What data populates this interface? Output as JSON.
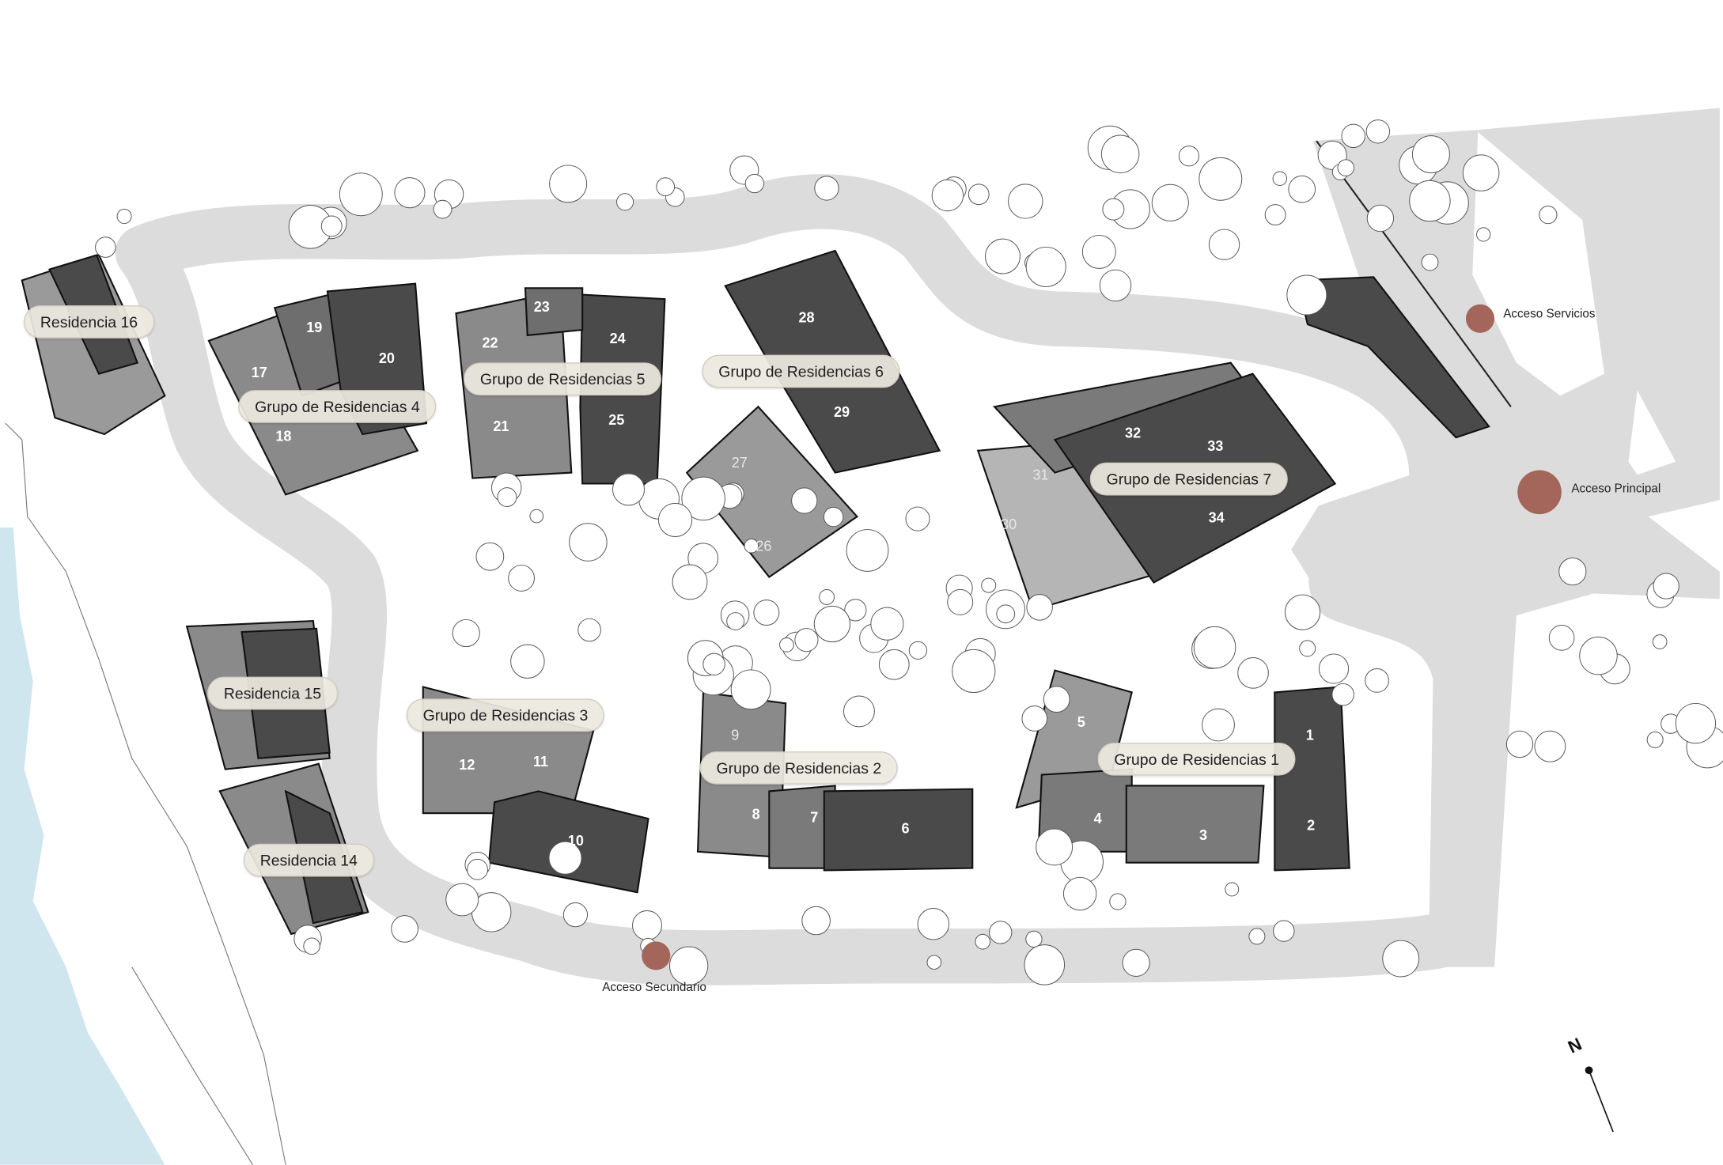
{
  "map": {
    "groups": [
      {
        "id": "res16",
        "label": "Residencia 16"
      },
      {
        "id": "grupo4",
        "label": "Grupo de Residencias 4"
      },
      {
        "id": "grupo5",
        "label": "Grupo de Residencias 5"
      },
      {
        "id": "grupo6",
        "label": "Grupo de Residencias 6"
      },
      {
        "id": "grupo7",
        "label": "Grupo de Residencias 7"
      },
      {
        "id": "res15",
        "label": "Residencia 15"
      },
      {
        "id": "grupo3",
        "label": "Grupo de Residencias 3"
      },
      {
        "id": "grupo2",
        "label": "Grupo de Residencias 2"
      },
      {
        "id": "grupo1",
        "label": "Grupo de Residencias 1"
      },
      {
        "id": "res14",
        "label": "Residencia 14"
      }
    ],
    "units": [
      "1",
      "2",
      "3",
      "4",
      "5",
      "6",
      "7",
      "8",
      "9",
      "10",
      "11",
      "12",
      "17",
      "18",
      "19",
      "20",
      "21",
      "22",
      "23",
      "24",
      "25",
      "26",
      "27",
      "28",
      "29",
      "30",
      "31",
      "32",
      "33",
      "34"
    ],
    "accesses": {
      "servicios": "Acceso Servicios",
      "principal": "Acceso Principal",
      "secundario": "Acceso Secundario"
    },
    "compass": "N",
    "colors": {
      "road": "#dcdcdc",
      "building_dark": "#4a4a4a",
      "building_mid": "#8a8a8a",
      "water": "#cfe6ef",
      "access_marker": "#a4655a",
      "pill": "#ece8df"
    }
  }
}
